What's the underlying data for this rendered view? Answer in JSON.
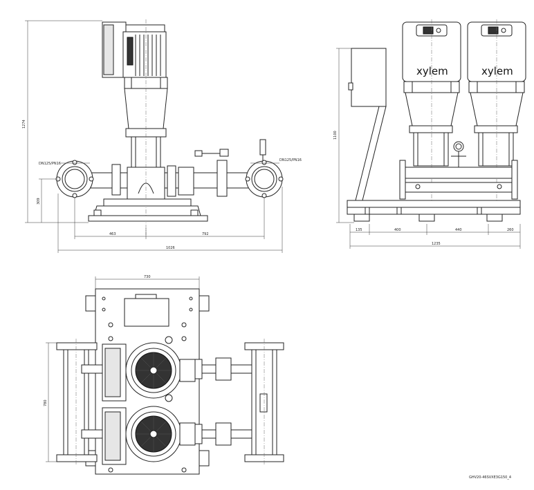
{
  "side_view": {
    "labels": {
      "inlet_flange": "DN125/PN16",
      "outlet_flange": "DN125/PN16"
    },
    "dimensions": {
      "height": "1274",
      "inlet_height": "309",
      "d1": "463",
      "d2": "792",
      "overall": "1026"
    }
  },
  "front_view": {
    "brand": "xylem",
    "dimensions": {
      "height": "1100",
      "d1": "135",
      "d2": "400",
      "d3": "440",
      "d4": "260",
      "overall": "1235"
    }
  },
  "top_view": {
    "dimensions": {
      "width": "730",
      "depth": "780"
    }
  },
  "drawing_code": "GHV20-46SVXE3G150_4"
}
